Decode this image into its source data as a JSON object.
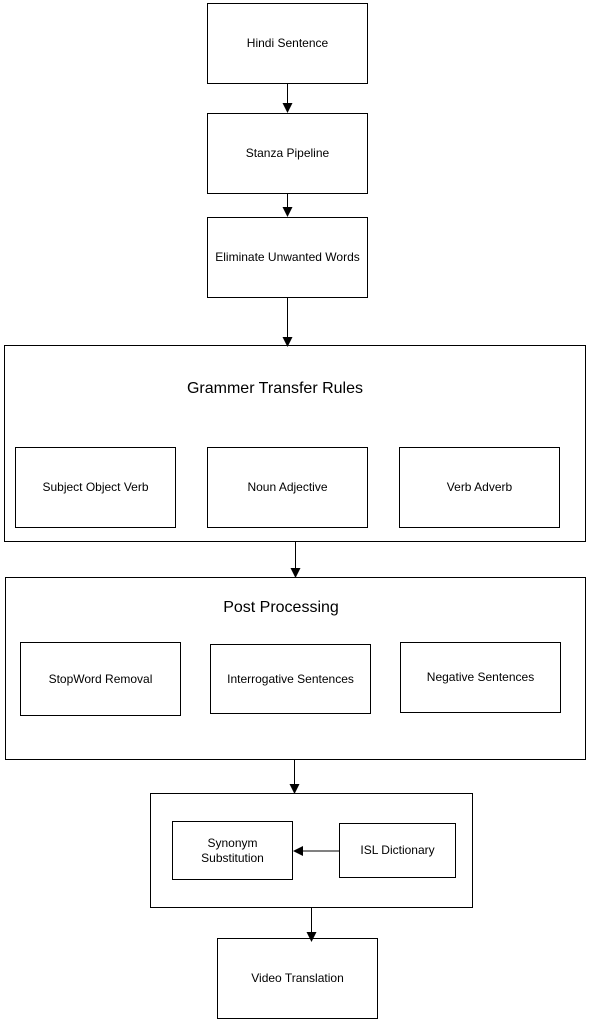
{
  "nodes": {
    "hindi_sentence": "Hindi Sentence",
    "stanza_pipeline": "Stanza Pipeline",
    "eliminate_unwanted_words": "Eliminate Unwanted Words",
    "video_translation": "Video Translation"
  },
  "grammar_group": {
    "title": "Grammer Transfer Rules",
    "items": [
      "Subject Object Verb",
      "Noun Adjective",
      "Verb Adverb"
    ]
  },
  "post_processing_group": {
    "title": "Post Processing",
    "items": [
      "StopWord Removal",
      "Interrogative Sentences",
      "Negative Sentences"
    ]
  },
  "synonym_group": {
    "synonym_substitution": "Synonym\nSubstitution",
    "isl_dictionary": "ISL Dictionary"
  }
}
